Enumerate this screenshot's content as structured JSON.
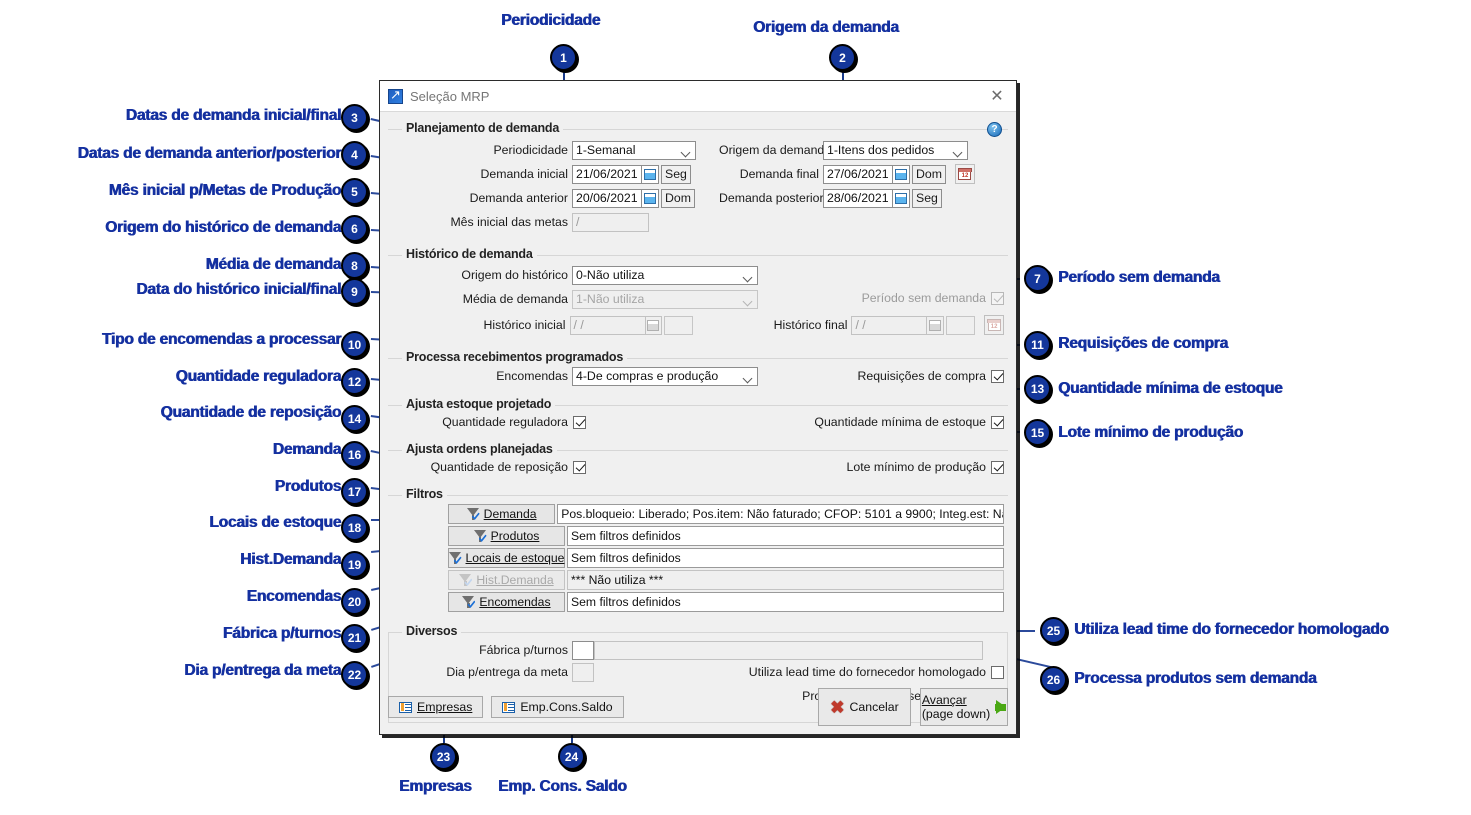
{
  "window": {
    "title": "Seleção MRP",
    "icon": "mrp-app-icon",
    "close": "✕",
    "help": "?"
  },
  "groups": {
    "planejamento": {
      "title": "Planejamento de demanda",
      "periodicidade_label": "Periodicidade",
      "periodicidade_value": "1-Semanal",
      "origem_demanda_label": "Origem da demanda",
      "origem_demanda_value": "1-Itens dos pedidos",
      "demanda_inicial_label": "Demanda inicial",
      "demanda_inicial_value": "21/06/2021",
      "demanda_inicial_day": "Seg",
      "demanda_final_label": "Demanda final",
      "demanda_final_value": "27/06/2021",
      "demanda_final_day": "Dom",
      "demanda_anterior_label": "Demanda anterior",
      "demanda_anterior_value": "20/06/2021",
      "demanda_anterior_day": "Dom",
      "demanda_posterior_label": "Demanda posterior",
      "demanda_posterior_value": "28/06/2021",
      "demanda_posterior_day": "Seg",
      "mes_inicial_label": "Mês inicial das metas",
      "mes_inicial_value": "/"
    },
    "historico": {
      "title": "Histórico de demanda",
      "origem_label": "Origem do histórico",
      "origem_value": "0-Não utiliza",
      "media_label": "Média de demanda",
      "media_value": "1-Não utiliza",
      "periodo_sem_demanda_label": "Período sem demanda",
      "periodo_sem_demanda_checked": true,
      "hist_inicial_label": "Histórico inicial",
      "hist_inicial_value": "/  /",
      "hist_final_label": "Histórico final",
      "hist_final_value": "/  /"
    },
    "recebimentos": {
      "title": "Processa recebimentos programados",
      "encomendas_label": "Encomendas",
      "encomendas_value": "4-De compras e produção",
      "requisicoes_label": "Requisições de compra",
      "requisicoes_checked": true
    },
    "estoque_projetado": {
      "title": "Ajusta estoque projetado",
      "qtd_reguladora_label": "Quantidade reguladora",
      "qtd_reguladora_checked": true,
      "qtd_minima_label": "Quantidade mínima de estoque",
      "qtd_minima_checked": true
    },
    "ordens_planejadas": {
      "title": "Ajusta ordens planejadas",
      "qtd_reposicao_label": "Quantidade de reposição",
      "qtd_reposicao_checked": true,
      "lote_minimo_label": "Lote mínimo de produção",
      "lote_minimo_checked": true
    },
    "filtros": {
      "title": "Filtros",
      "rows": [
        {
          "button": "Demanda",
          "value": "Pos.bloqueio: Liberado; Pos.item: Não faturado; CFOP: 5101 a 9900; Integ.est: Não; Not",
          "disabled": false
        },
        {
          "button": "Produtos",
          "value": "Sem filtros definidos",
          "disabled": false
        },
        {
          "button": "Locais de estoque",
          "value": "Sem filtros definidos",
          "disabled": false
        },
        {
          "button": "Hist.Demanda",
          "value": "*** Não utiliza ***",
          "disabled": true
        },
        {
          "button": "Encomendas",
          "value": "Sem filtros definidos",
          "disabled": false
        }
      ]
    },
    "diversos": {
      "title": "Diversos",
      "fabrica_label": "Fábrica p/turnos",
      "fabrica_value": "",
      "dia_entrega_label": "Dia p/entrega da meta",
      "dia_entrega_value": "",
      "lead_time_label": "Utiliza lead time do fornecedor homologado",
      "lead_time_checked": false,
      "produtos_sem_demanda_label": "Processa produtos sem demanda",
      "produtos_sem_demanda_checked": false
    }
  },
  "footer": {
    "empresas": "Empresas",
    "emp_cons_saldo": "Emp.Cons.Saldo",
    "cancelar": "Cancelar",
    "avancar_line1": "Avançar",
    "avancar_line2": "(page down)"
  },
  "annotations": {
    "accent_color": "#14379b",
    "items": [
      {
        "n": "1",
        "text": "Periodicidade"
      },
      {
        "n": "2",
        "text": "Origem da demanda"
      },
      {
        "n": "3",
        "text": "Datas de demanda inicial/final"
      },
      {
        "n": "4",
        "text": "Datas de demanda anterior/posterior"
      },
      {
        "n": "5",
        "text": "Mês inicial p/Metas de Produção"
      },
      {
        "n": "6",
        "text": "Origem do histórico de demanda"
      },
      {
        "n": "7",
        "text": "Período sem demanda"
      },
      {
        "n": "8",
        "text": "Média de demanda"
      },
      {
        "n": "9",
        "text": "Data do histórico inicial/final"
      },
      {
        "n": "10",
        "text": "Tipo de encomendas a processar"
      },
      {
        "n": "11",
        "text": "Requisições de compra"
      },
      {
        "n": "12",
        "text": "Quantidade reguladora"
      },
      {
        "n": "13",
        "text": "Quantidade mínima de estoque"
      },
      {
        "n": "14",
        "text": "Quantidade de reposição"
      },
      {
        "n": "15",
        "text": "Lote mínimo de produção"
      },
      {
        "n": "16",
        "text": "Demanda"
      },
      {
        "n": "17",
        "text": "Produtos"
      },
      {
        "n": "18",
        "text": "Locais de estoque"
      },
      {
        "n": "19",
        "text": "Hist.Demanda"
      },
      {
        "n": "20",
        "text": "Encomendas"
      },
      {
        "n": "21",
        "text": "Fábrica p/turnos"
      },
      {
        "n": "22",
        "text": "Dia p/entrega da meta"
      },
      {
        "n": "23",
        "text": "Empresas"
      },
      {
        "n": "24",
        "text": "Emp. Cons. Saldo"
      },
      {
        "n": "25",
        "text": "Utiliza lead time do fornecedor homologado"
      },
      {
        "n": "26",
        "text": "Processa produtos sem demanda"
      }
    ]
  }
}
